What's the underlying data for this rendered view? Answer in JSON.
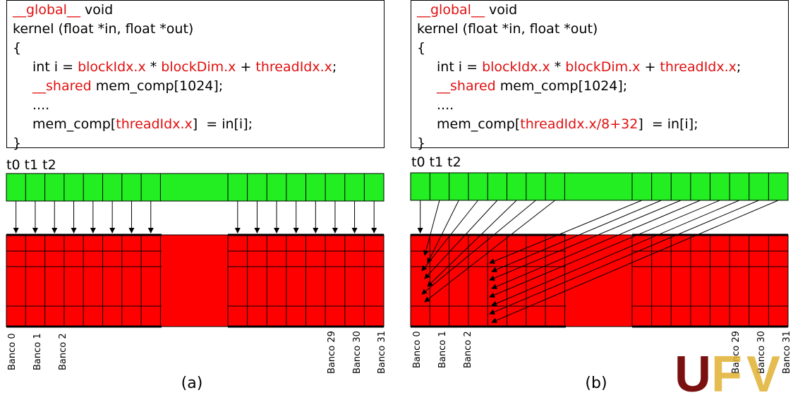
{
  "panels": [
    {
      "caption": "(a)",
      "code": {
        "line1": {
          "kw": "__global__",
          "rest": " void"
        },
        "line2": "kernel (float *in, float *out)",
        "line3": "{",
        "line4": {
          "a": "int i = ",
          "b": "blockIdx.x",
          "c": " * ",
          "d": "blockDim.x",
          "e": " + ",
          "f": "threadIdx.x",
          "g": ";"
        },
        "line5": {
          "kw": "__shared",
          "rest": " mem_comp[1024];"
        },
        "line6": "....",
        "line7": {
          "a": "mem_comp[",
          "b": "threadIdx.x",
          "c": "]  = in[i];"
        },
        "line8": "}"
      },
      "threads_label": "t0 t1 t2",
      "bank_labels": [
        "Banco 0",
        "Banco 1",
        "Banco 2",
        "Banco 29",
        "Banco 30",
        "Banco 31"
      ]
    },
    {
      "caption": "(b)",
      "code": {
        "line1": {
          "kw": "__global__",
          "rest": " void"
        },
        "line2": "kernel (float *in, float *out)",
        "line3": "{",
        "line4": {
          "a": "int i = ",
          "b": "blockIdx.x",
          "c": " * ",
          "d": "blockDim.x",
          "e": " + ",
          "f": "threadIdx.x",
          "g": ";"
        },
        "line5": {
          "kw": "__shared",
          "rest": " mem_comp[1024];"
        },
        "line6": "....",
        "line7": {
          "a": "mem_comp[",
          "b": "threadIdx.x/8+32",
          "c": "]  = in[i];"
        },
        "line8": "}"
      },
      "threads_label": "t0 t1 t2",
      "bank_labels": [
        "Banco 0",
        "Banco 1",
        "Banco 2",
        "Banco 29",
        "Banco 30",
        "Banco 31"
      ]
    }
  ],
  "logo": {
    "letters": [
      "U",
      "F",
      "V"
    ],
    "colors": [
      "#7a1010",
      "#e0b030",
      "#e0b030"
    ]
  },
  "colors": {
    "thread": "#22ee22",
    "memory": "#ff0000",
    "keyword": "#e01010"
  }
}
